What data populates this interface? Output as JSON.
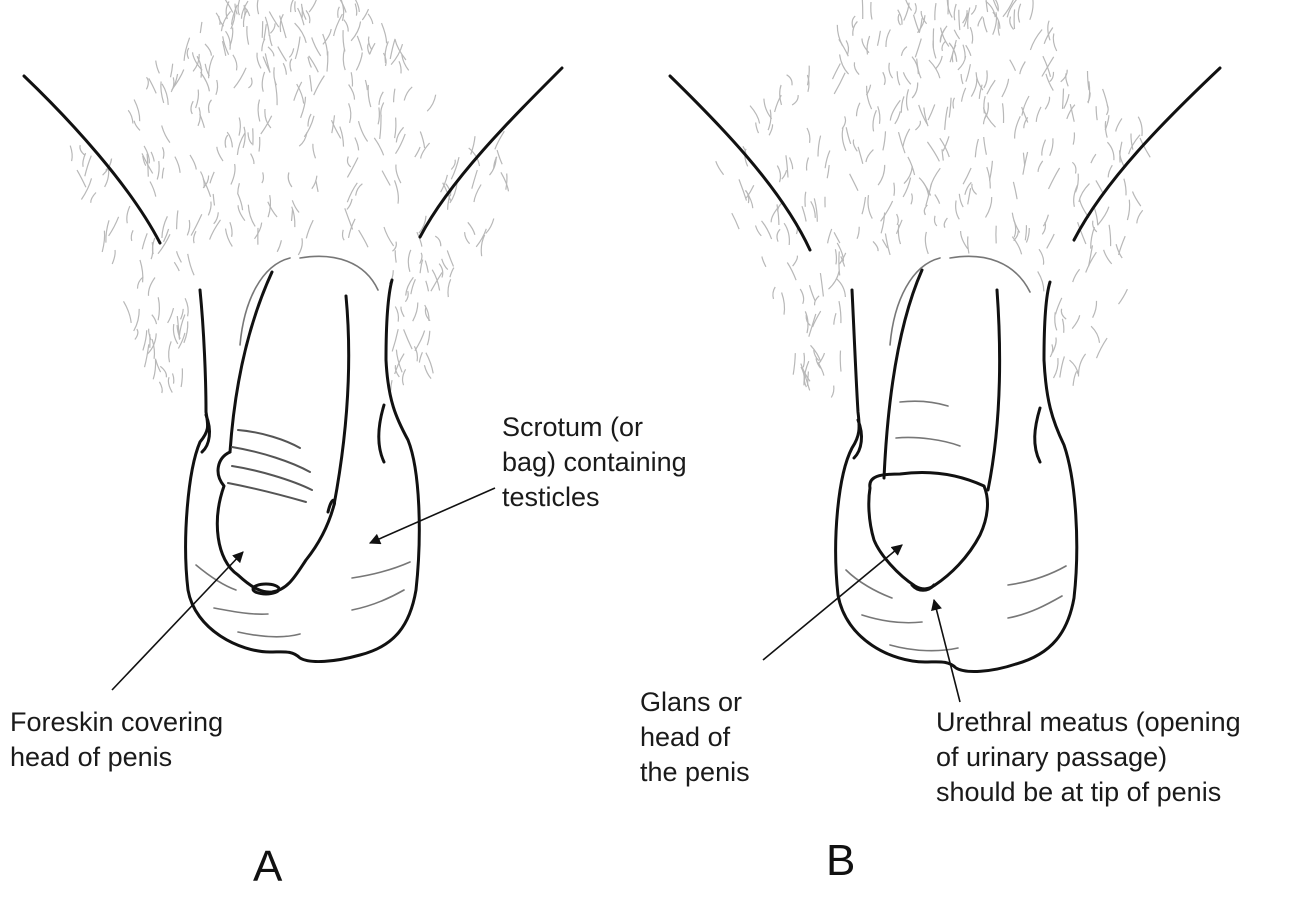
{
  "panels": [
    {
      "letter": "A"
    },
    {
      "letter": "B"
    }
  ],
  "labels": {
    "scrotum": [
      "Scrotum (or",
      "bag) containing",
      "testicles"
    ],
    "foreskin": [
      "Foreskin covering",
      "head of penis"
    ],
    "glans": [
      "Glans or",
      "head of",
      "the penis"
    ],
    "meatus": [
      "Urethral meatus (opening",
      "of urinary passage)",
      "should be at tip of penis"
    ]
  },
  "colors": {
    "outline": "#111111",
    "hair": "#b8b8b8",
    "crease": "#666666",
    "text": "#1a1a1a"
  }
}
